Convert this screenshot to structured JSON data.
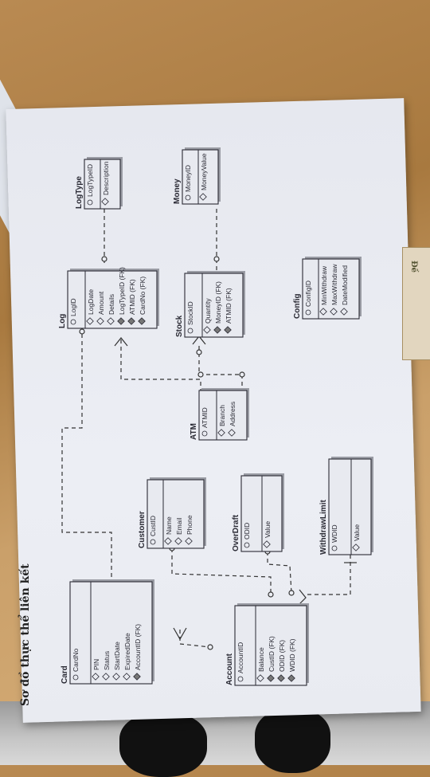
{
  "page": {
    "heading": "Sơ đồ thực thể liên kết",
    "side_mark": "Đề"
  },
  "entities": {
    "card": {
      "name": "Card",
      "pk": [
        "CardNo"
      ],
      "attrs": [
        "PIN",
        "Status",
        "StartDate",
        "ExpiredDate",
        "AccountID (FK)"
      ]
    },
    "account": {
      "name": "Account",
      "pk": [
        "AccountID"
      ],
      "attrs": [
        "Balance",
        "CustID (FK)",
        "ODID (FK)",
        "WDID (FK)"
      ]
    },
    "customer": {
      "name": "Customer",
      "pk": [
        "CustID"
      ],
      "attrs": [
        "Name",
        "Email",
        "Phone"
      ]
    },
    "overdraft": {
      "name": "OverDraft",
      "pk": [
        "ODID"
      ],
      "attrs": [
        "Value"
      ]
    },
    "withdrawlimit": {
      "name": "WithdrawLimit",
      "pk": [
        "WDID"
      ],
      "attrs": [
        "Value"
      ]
    },
    "atm": {
      "name": "ATM",
      "pk": [
        "ATMID"
      ],
      "attrs": [
        "Branch",
        "Address"
      ]
    },
    "stock": {
      "name": "Stock",
      "pk": [
        "StockID"
      ],
      "attrs": [
        "Quantity",
        "MoneyID (FK)",
        "ATMID (FK)"
      ]
    },
    "log": {
      "name": "Log",
      "pk": [
        "LogID"
      ],
      "attrs": [
        "LogDate",
        "Amount",
        "Details",
        "LogTypeID (FK)",
        "ATMID (FK)",
        "CardNo (FK)"
      ]
    },
    "logtype": {
      "name": "LogType",
      "pk": [
        "LogTypeID"
      ],
      "attrs": [
        "Description"
      ]
    },
    "money": {
      "name": "Money",
      "pk": [
        "MoneyID"
      ],
      "attrs": [
        "MoneyValue"
      ]
    },
    "config": {
      "name": "Config",
      "pk": [
        "ConfigID"
      ],
      "attrs": [
        "MinWithdraw",
        "MaxWithdraw",
        "DateModified"
      ]
    }
  },
  "colors": {
    "ink": "#2a2a34",
    "paper": "#e8eaf0",
    "shadow": "#9a9ca4"
  }
}
